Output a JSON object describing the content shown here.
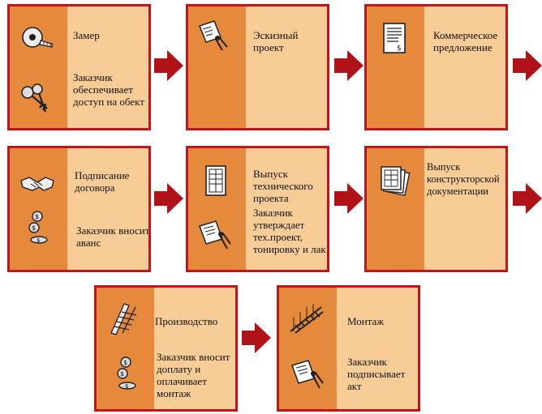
{
  "colors": {
    "border": "#c4141a",
    "card_fill": "#f8cc96",
    "icon_column": "#e58a3c",
    "arrow": "#b01218"
  },
  "steps": [
    {
      "texts": [
        "Замер",
        "Заказчик обеспечивает доступ на обект"
      ],
      "icons": [
        "tape-measure-icon",
        "keys-icon"
      ]
    },
    {
      "texts": [
        "Эскизный проект"
      ],
      "icons": [
        "sketch-document-icon"
      ]
    },
    {
      "texts": [
        "Коммерческое предложение"
      ],
      "icons": [
        "price-document-icon"
      ]
    },
    {
      "texts": [
        "Подписание договора",
        "Заказчик вносит аванс"
      ],
      "icons": [
        "handshake-icon",
        "coins-icon"
      ]
    },
    {
      "texts": [
        "Выпуск технического проекта",
        "Заказчик утверждает тех.проект, тонировку и лак"
      ],
      "icons": [
        "blueprint-icon",
        "signing-document-icon"
      ]
    },
    {
      "texts": [
        "Выпуск конструкторской документации"
      ],
      "icons": [
        "drawings-stack-icon"
      ]
    },
    {
      "texts": [
        "Производство",
        "Заказчик вносит доплату и оплачивает монтаж"
      ],
      "icons": [
        "stairs-production-icon",
        "coins-icon"
      ]
    },
    {
      "texts": [
        "Монтаж",
        "Заказчик подписывает акт"
      ],
      "icons": [
        "stairs-installation-icon",
        "signing-document-icon"
      ]
    }
  ]
}
